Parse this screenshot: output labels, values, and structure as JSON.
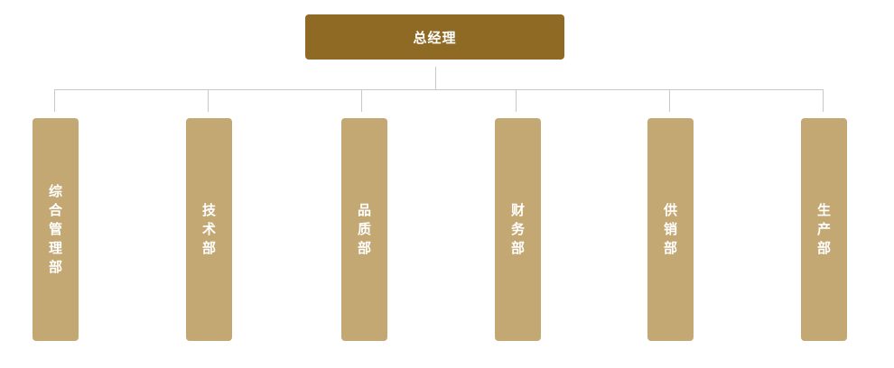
{
  "colors": {
    "root_fill": "#8f6a24",
    "dept_fill": "#c4a873",
    "connector": "#c8c8c8",
    "text": "#ffffff"
  },
  "root": {
    "label": "总经理"
  },
  "departments": [
    {
      "label": "综合管理部"
    },
    {
      "label": "技术部"
    },
    {
      "label": "品质部"
    },
    {
      "label": "财务部"
    },
    {
      "label": "供销部"
    },
    {
      "label": "生产部"
    }
  ]
}
